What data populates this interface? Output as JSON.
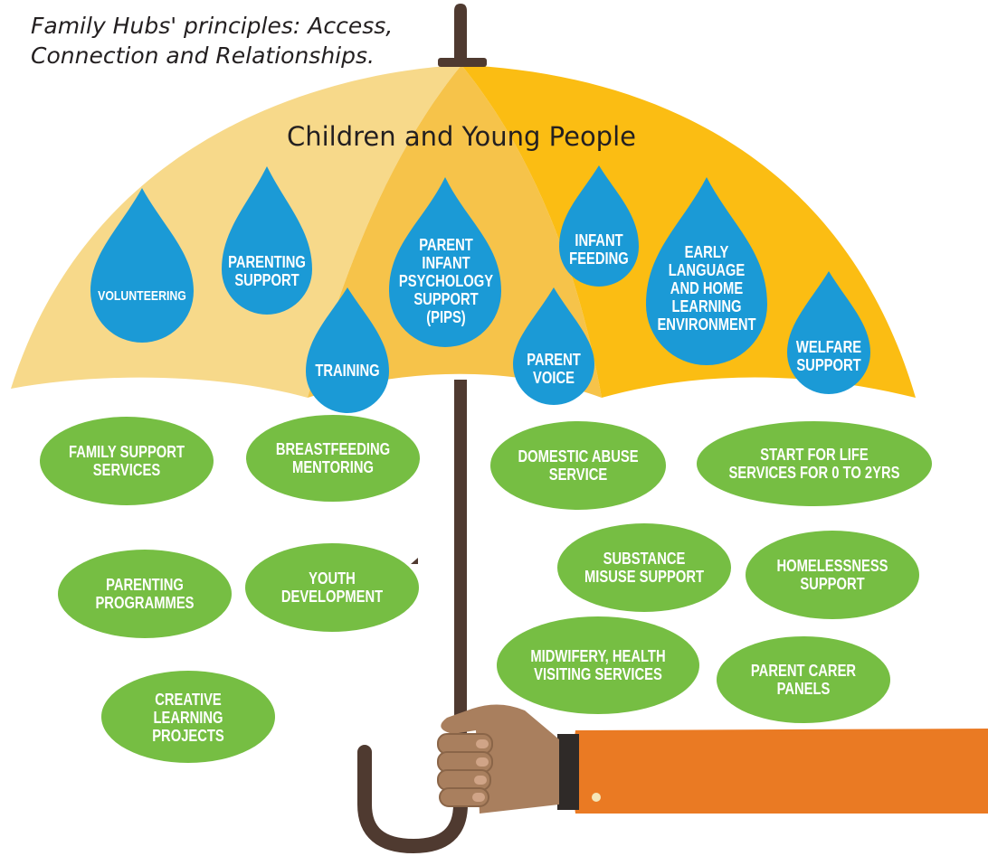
{
  "caption": "Family Hubs' principles: Access,\nConnection and Relationships.",
  "canopy_title": "Children and Young People",
  "drops": [
    {
      "id": "volunteering",
      "label": "VOLUNTEERING"
    },
    {
      "id": "parenting-support",
      "label": "PARENTING\nSUPPORT"
    },
    {
      "id": "training",
      "label": "TRAINING"
    },
    {
      "id": "pips",
      "label": "PARENT\nINFANT\nPSYCHOLOGY\nSUPPORT\n(PIPS)"
    },
    {
      "id": "parent-voice",
      "label": "PARENT\nVOICE"
    },
    {
      "id": "infant-feeding",
      "label": "INFANT\nFEEDING"
    },
    {
      "id": "early-language",
      "label": "EARLY\nLANGUAGE\nAND HOME\nLEARNING\nENVIRONMENT"
    },
    {
      "id": "welfare-support",
      "label": "WELFARE\nSUPPORT"
    }
  ],
  "services": [
    {
      "id": "family-support-services",
      "label": "FAMILY SUPPORT\nSERVICES"
    },
    {
      "id": "breastfeeding-mentoring",
      "label": "BREASTFEEDING\nMENTORING"
    },
    {
      "id": "domestic-abuse-service",
      "label": "DOMESTIC ABUSE\nSERVICE"
    },
    {
      "id": "start-for-life",
      "label": "START FOR LIFE\nSERVICES FOR 0 TO 2YRS"
    },
    {
      "id": "parenting-programmes",
      "label": "PARENTING\nPROGRAMMES"
    },
    {
      "id": "youth-development",
      "label": "YOUTH\nDEVELOPMENT"
    },
    {
      "id": "substance-misuse-support",
      "label": "SUBSTANCE\nMISUSE SUPPORT"
    },
    {
      "id": "homelessness-support",
      "label": "HOMELESSNESS\nSUPPORT"
    },
    {
      "id": "midwifery-health-visiting",
      "label": "MIDWIFERY, HEALTH\nVISITING SERVICES"
    },
    {
      "id": "parent-carer-panels",
      "label": "PARENT CARER\nPANELS"
    },
    {
      "id": "creative-learning-projects",
      "label": "CREATIVE\nLEARNING\nPROJECTS"
    }
  ],
  "colors": {
    "canopy_light": "#f7d98a",
    "canopy_mid": "#f6c34a",
    "canopy_bright": "#fbbd13",
    "drop": "#1b9ad6",
    "service": "#76be43",
    "shaft": "#4f3a30",
    "sleeve": "#ea7a23",
    "skin": "#a97f5e",
    "text_dark": "#231f20"
  }
}
